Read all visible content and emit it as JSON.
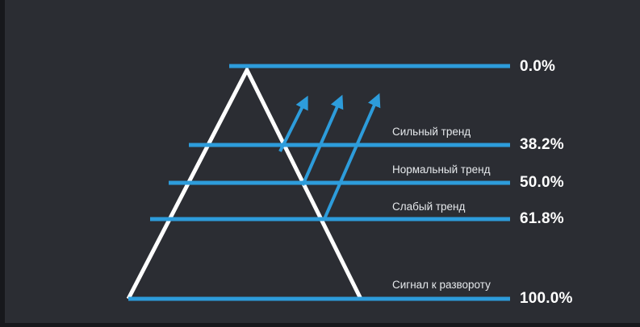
{
  "colors": {
    "background": "#2b2d33",
    "frame": "#17181c",
    "accent": "#2d9cdb",
    "triangle": "#ffffff",
    "label_text": "#e6e9ec",
    "percent_text": "#ffffff"
  },
  "levels": [
    {
      "pct": "0.0%",
      "label": ""
    },
    {
      "pct": "38.2%",
      "label": "Сильный тренд"
    },
    {
      "pct": "50.0%",
      "label": "Нормальный тренд"
    },
    {
      "pct": "61.8%",
      "label": "Слабый тренд"
    },
    {
      "pct": "100.0%",
      "label": "Сигнал к развороту"
    }
  ],
  "chart_data": {
    "type": "diagram",
    "subtype": "fibonacci-retracement-levels",
    "title": "",
    "levels_percent": [
      0.0,
      38.2,
      50.0,
      61.8,
      100.0
    ],
    "level_annotations": [
      "",
      "Сильный тренд",
      "Нормальный тренд",
      "Слабый тренд",
      "Сигнал к развороту"
    ],
    "shapes": [
      "white triangle representing a price peak",
      "five horizontal retracement level lines",
      "three upward diagonal arrows indicating bounce/trend continuation"
    ],
    "legend_position": "none",
    "grid": false
  }
}
